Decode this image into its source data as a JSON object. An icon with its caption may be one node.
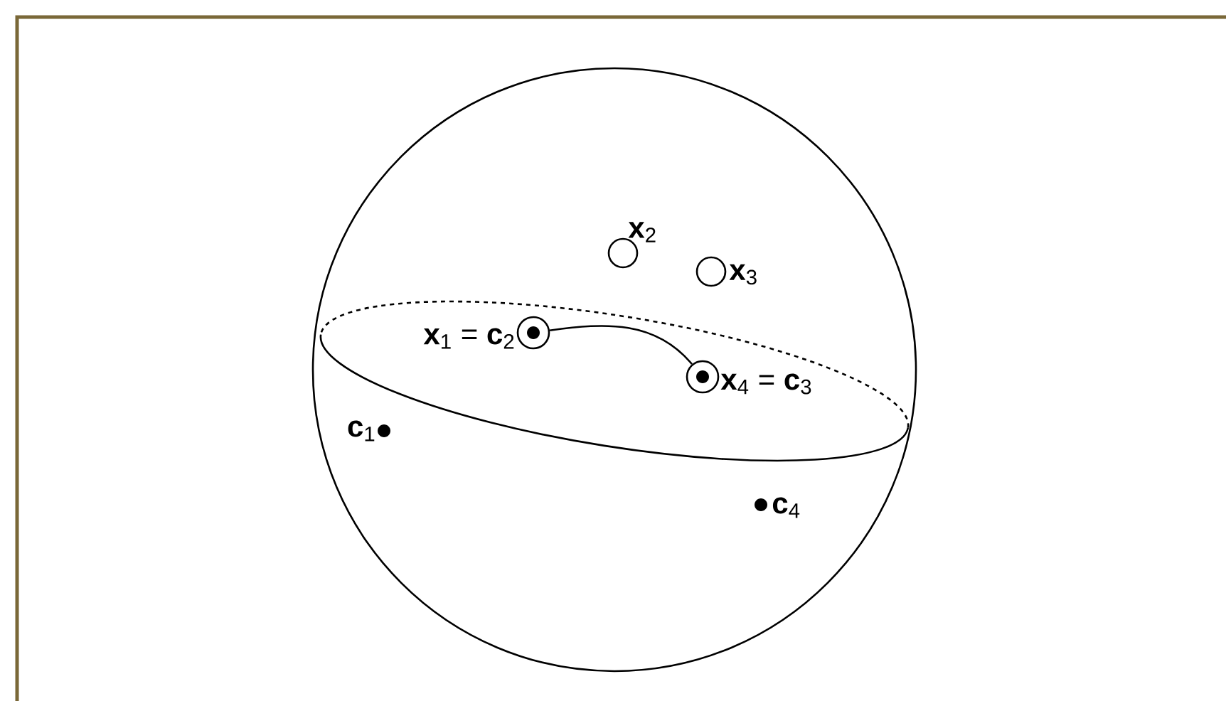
{
  "diagram": {
    "nodes": [
      {
        "text": [],
        "shape": "circle",
        "beside": [
          "**x**$_{2}$"
        ]
      },
      {
        "text": [],
        "shape": "circle",
        "beside": [
          "**x**$_{3}$"
        ]
      },
      {
        "text": [],
        "shape": "target",
        "beside": [
          "**x**$_{1}$ = **c**$_{2}$"
        ]
      },
      {
        "text": [],
        "shape": "target",
        "beside": [
          "**x**$_{4}$ = **c**$_{3}$"
        ]
      },
      {
        "text": [],
        "shape": "dot",
        "beside": [
          "**c**$_{1}$"
        ]
      },
      {
        "text": [],
        "shape": "dot",
        "beside": [
          "**c**$_{4}$"
        ]
      }
    ],
    "edges": [
      {
        "from": 2,
        "to": 3,
        "arrow": "none"
      }
    ]
  }
}
